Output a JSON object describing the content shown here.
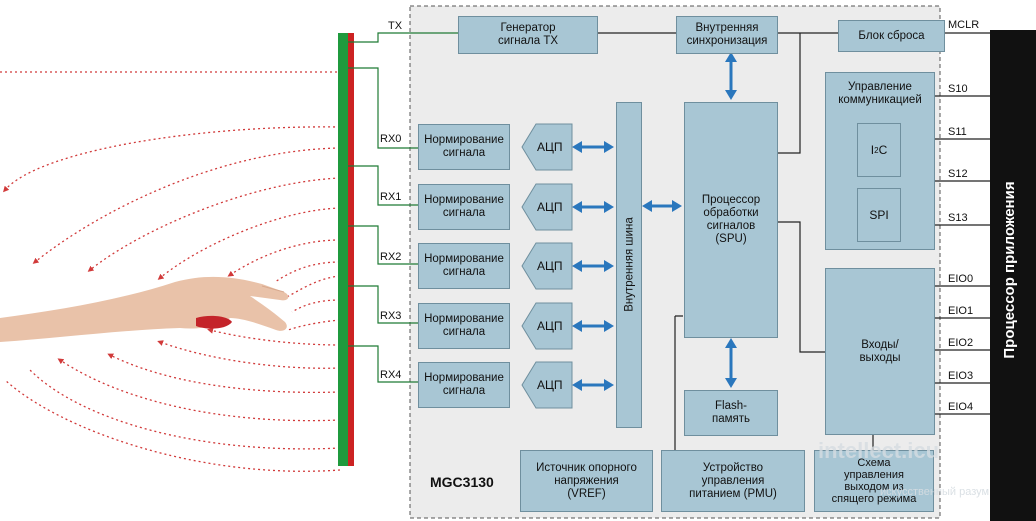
{
  "blocks": {
    "tx_gen": "Генератор\nсигнала TX",
    "sync": "Внутренняя\nсинхронизация",
    "reset": "Блок сброса",
    "comm_title": "Управление\nкоммуникацией",
    "i2c_main": "I",
    "i2c_sup": "2",
    "i2c_tail": "C",
    "spi": "SPI",
    "norm": "Нормирование\nсигнала",
    "adc": "АЦП",
    "bus": "Внутренняя шина",
    "spu": "Процессор\nобработки\nсигналов\n(SPU)",
    "flash": "Flash-\nпамять",
    "io": "Входы/\nвыходы",
    "vref": "Источник опорного\nнапряжения\n(VREF)",
    "pmu": "Устройство\nуправления\nпитанием (PMU)",
    "wake": "Схема\nуправления\nвыходом из\nспящего режима"
  },
  "rx_pins": [
    "RX0",
    "RX1",
    "RX2",
    "RX3",
    "RX4"
  ],
  "tx_pin": "TX",
  "right_pins": [
    "MCLR",
    "S10",
    "S11",
    "S12",
    "S13",
    "EIO0",
    "EIO1",
    "EIO2",
    "EIO3",
    "EIO4"
  ],
  "chip_name": "MGC3130",
  "app_processor": "Процессор приложения",
  "watermark": {
    "site": "intellect.icu",
    "tagline": "искусственный разум"
  },
  "colors": {
    "block": "#a8c6d4",
    "arrow": "#2a77bd",
    "electrode_green": "#1f9a3d",
    "electrode_red": "#cc2222",
    "field": "#d13a3a"
  }
}
